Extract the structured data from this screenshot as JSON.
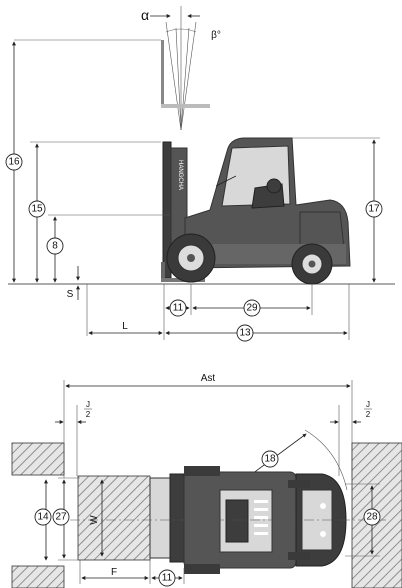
{
  "side_view": {
    "angles": {
      "alpha": "α",
      "beta": "β°"
    },
    "brand": "HANGCHA",
    "labels": {
      "dim_16": "16",
      "dim_15": "15",
      "dim_8": "8",
      "dim_17": "17",
      "dim_s": "S",
      "dim_11": "11",
      "dim_29": "29",
      "dim_L": "L",
      "dim_13": "13"
    }
  },
  "top_view": {
    "labels": {
      "ast": "Ast",
      "j_over_2_left_num": "J",
      "j_over_2_left_den": "2",
      "j_over_2_right_num": "J",
      "j_over_2_right_den": "2",
      "dim_18": "18",
      "dim_14": "14",
      "dim_27": "27",
      "dim_W": "W",
      "dim_28": "28",
      "dim_F": "F",
      "dim_11": "11"
    }
  },
  "colors": {
    "line": "#222222",
    "body": "#555555",
    "hatch": "#888888"
  }
}
